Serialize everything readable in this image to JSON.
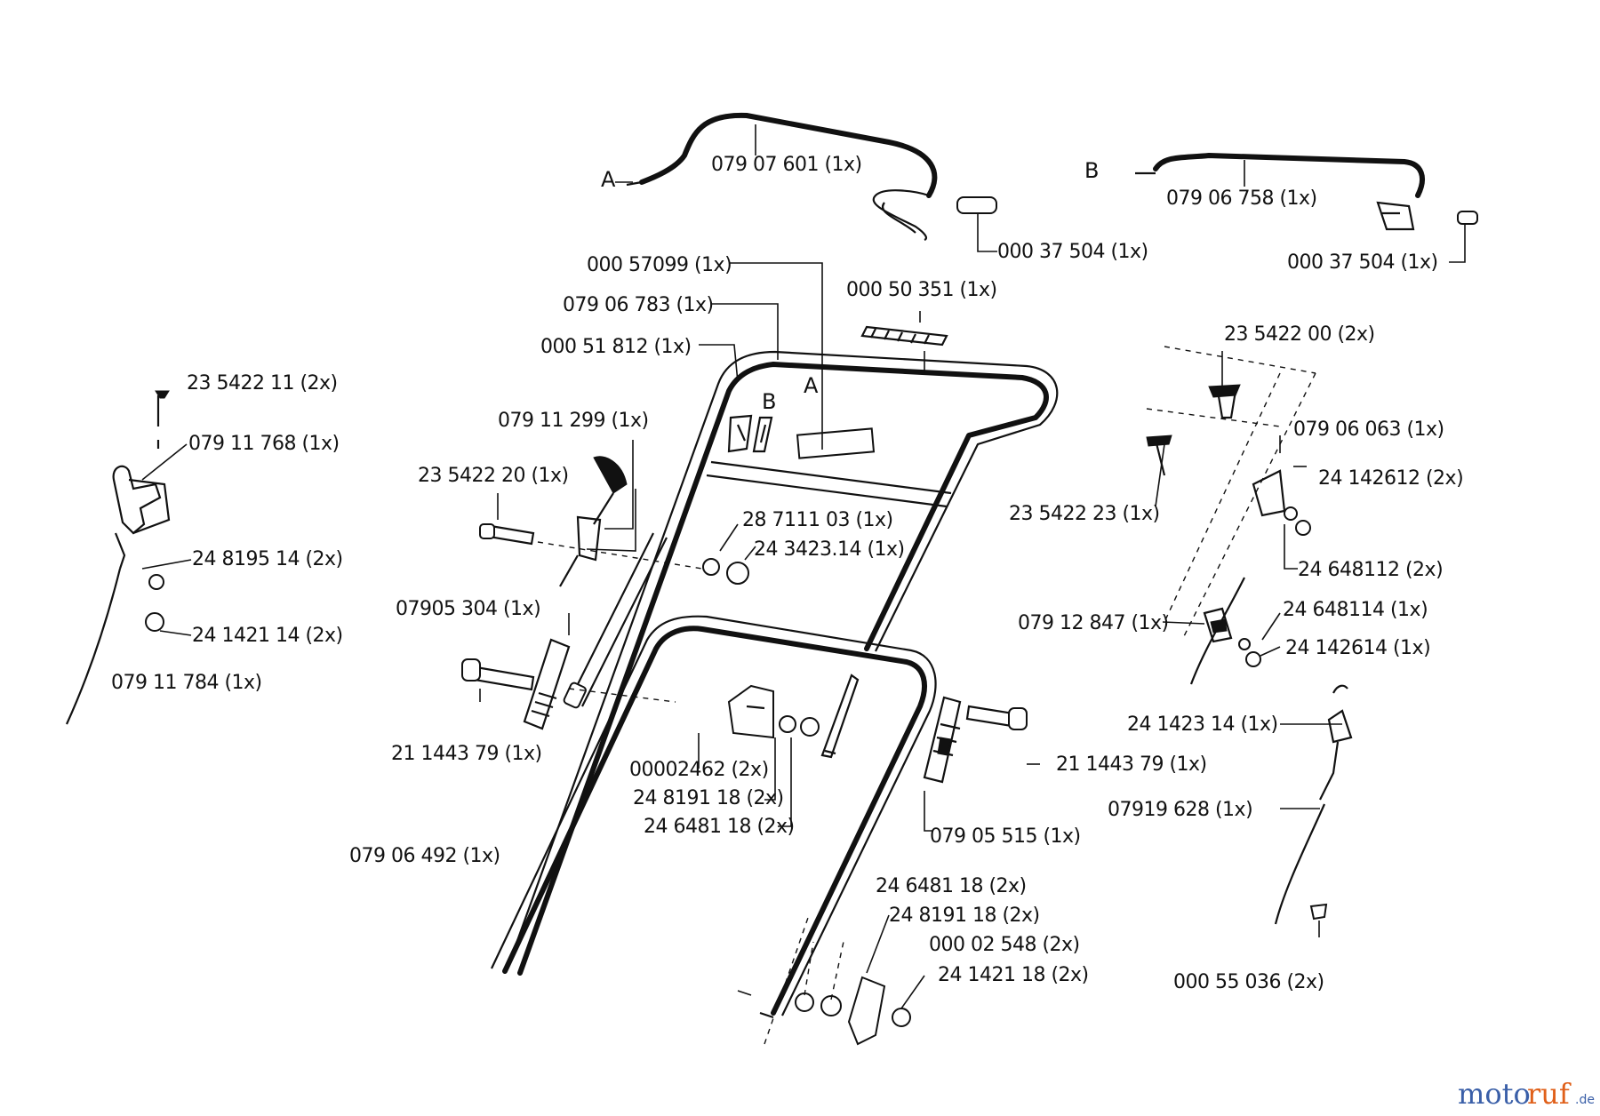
{
  "labels": {
    "p07907601": "079 07 601 (1x)",
    "p07906758": "079 06 758 (1x)",
    "p00037504a": "000 37 504 (1x)",
    "p00037504b": "000 37 504  (1x)",
    "markA1": "A",
    "markB1": "B",
    "p00057099": "000 57099 (1x)",
    "p07906783": "079 06 783 (1x)",
    "p00051812": "000 51 812  (1x)",
    "p00050351": "000 50 351 (1x)",
    "markA2": "A",
    "markB2": "B",
    "p23542200": "23 5422 00  (2x)",
    "p07906063": "079 06 063 (1x)",
    "p24142612": "24 142612 (2x)",
    "p23542223": "23 5422 23 (1x)",
    "p24648112": "24 648112 (2x)",
    "p23542211": "23 5422 11  (2x)",
    "p07911768": "079 11 768   (1x)",
    "p07911299": "079 11 299  (1x)",
    "p23542220": "23 5422  20  (1x)",
    "p28711103": "28 7111 03  (1x)",
    "p24342314": "24 3423.14  (1x)",
    "p24819514": "24 8195 14  (2x)",
    "p24142114": "24 1421 14  (2x)",
    "p07911784": "079 11 784   (1x)",
    "p07905304": "07905 304  (1x)",
    "p21144379a": "21 1443 79  (1x)",
    "p00002462": "00002462  (2x)",
    "p24819118a": "24 8191 18  (2x)",
    "p24648118a": "24 6481 18  (2x)",
    "p21144379b": "21 1443 79  (1x)",
    "p07905515": "079 05 515 (1x)",
    "p07906492": "079 06 492  (1x)",
    "p07912847": "079 12 847  (1x)",
    "p24648114": "24 648114   (1x)",
    "p24142614": "24 142614   (1x)",
    "p24142314": "24 1423 14  (1x)",
    "p07919628": "07919 628  (1x)",
    "p24648118b": "24 6481 18  (2x)",
    "p24819118b": "24 8191 18  (2x)",
    "p00002548": "000 02 548  (2x)",
    "p24142118": "24 1421 18  (2x)",
    "p00055036": "000 55 036  (2x)"
  },
  "watermark": {
    "part1": "moto",
    "part2": "ruf",
    "suffix": ".de",
    "color_blue": "#3a5fa8",
    "color_orange": "#e0601a"
  }
}
